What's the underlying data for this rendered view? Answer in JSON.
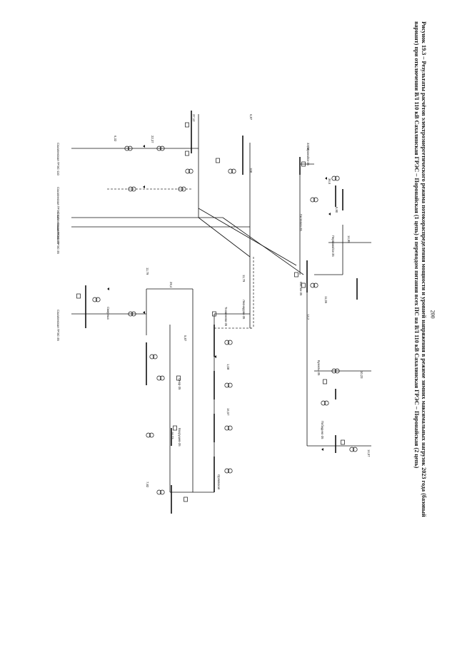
{
  "figure": {
    "caption_line1": "Рисунок 19.3 – Результаты расчётов электроэнергетического режима потокораспределения мощности и уровней напряжения в режиме зимних максимальных нагрузок 2023 года (базовый",
    "caption_line2": "вариант) при отключении ВЛ 110 кВ Сахалинская ГРЭС – Поронайская (1 цепь) и переводом питания всех ПС на ВЛ 110 кВ Сахалинская ГРЭС – Поронайская (2 цепь)",
    "page_number": "200"
  },
  "diagram": {
    "stroke_color": "#111111",
    "dashed_color": "#333333",
    "substation_labels": [
      "Смирных",
      "Поронайск-35",
      "Восток-35",
      "Гастелло-35",
      "Леонидово-35",
      "Тихменево-35",
      "Вахрушев-35",
      "Орловская",
      "Буюклы-35",
      "Победино-35",
      "Первомайск-35",
      "Онор-35"
    ],
    "line_labels": [
      "Сахалинская ГРЭС-110",
      "Сахалинская ГРЭС-110",
      "Сахалинская ГРЭС-35",
      "Сахалинская ГРЭС-35",
      "Сахалинская ГРЭС-35"
    ]
  }
}
